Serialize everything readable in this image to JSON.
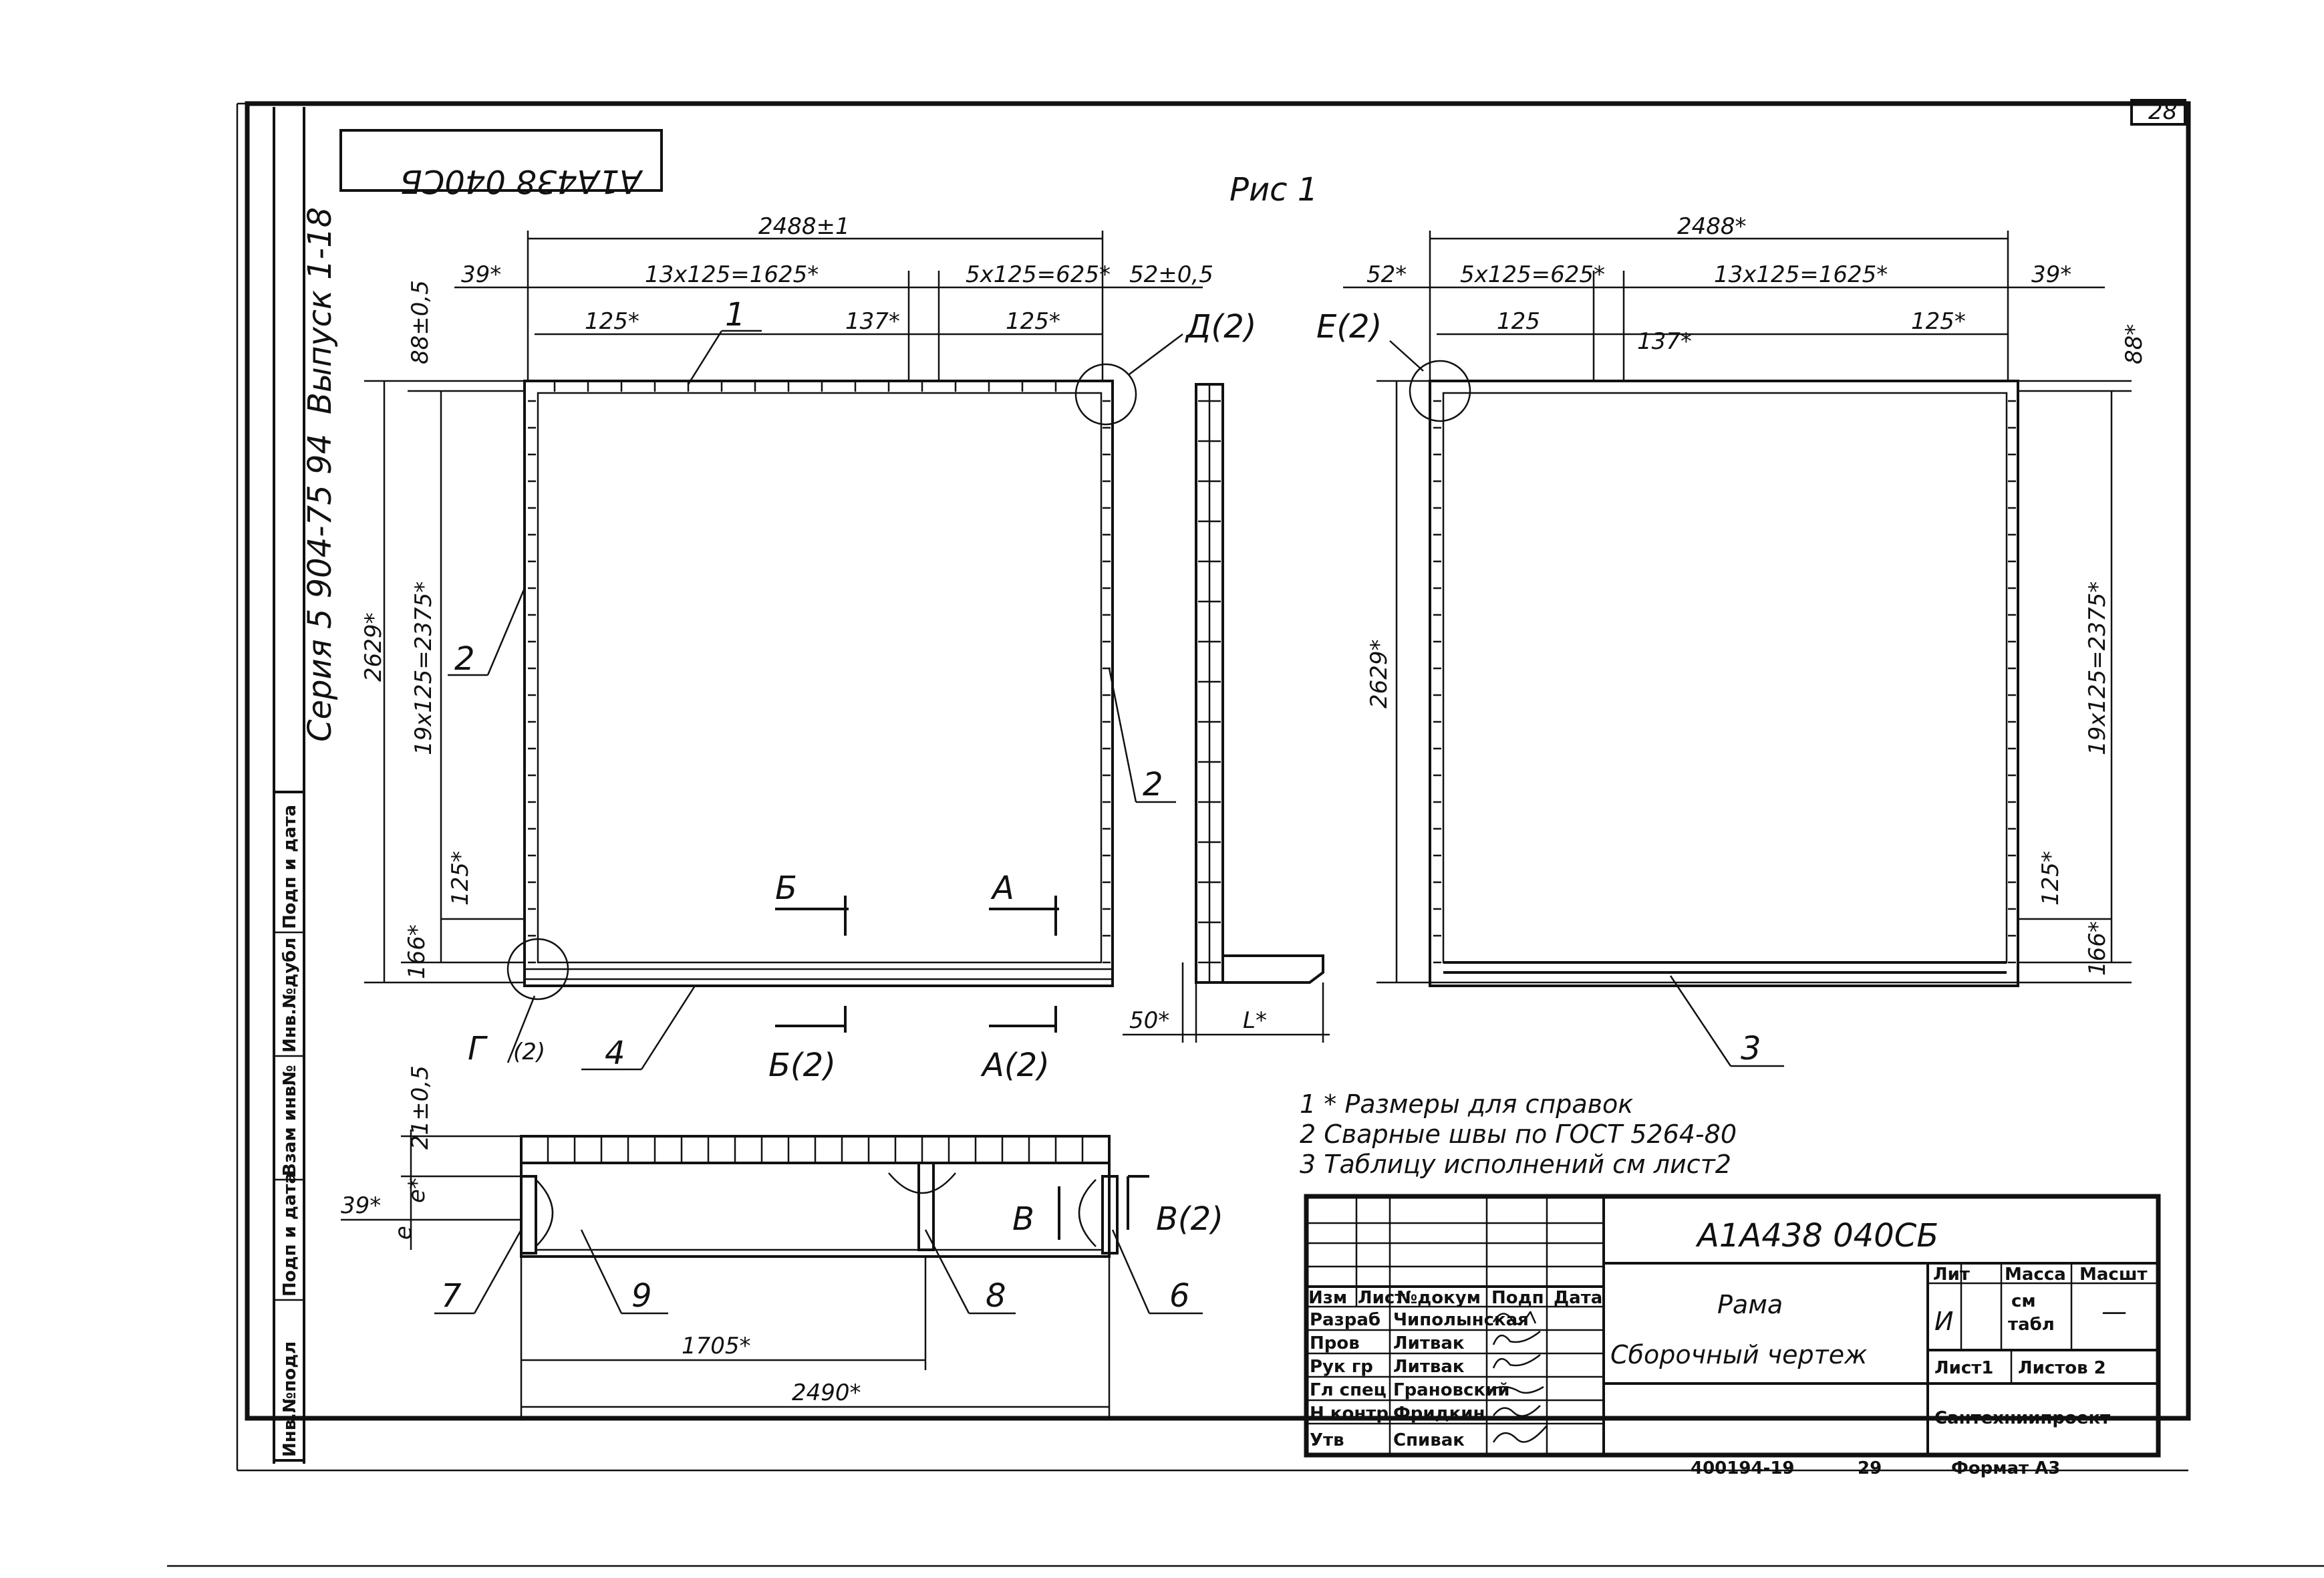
{
  "sheet": {
    "page_number": "28",
    "doc_code_rotated": "А1А438 040СБ",
    "figure_title": "Рис 1",
    "side_margin": {
      "series": "Серия 5 904-75 94",
      "issue": "Выпуск 1-18",
      "fields": [
        "Инв.№подл",
        "Подп и дата",
        "Взам инв№",
        "Инв.№дубл",
        "Подп и дата"
      ]
    }
  },
  "drawing": {
    "left_view": {
      "dims": {
        "overall_width": "2488±1",
        "left_offset": "39*",
        "span_13": "13x125=1625*",
        "span_5": "5x125=625*",
        "right_offset": "52±0,5",
        "pitch_left": "125*",
        "pitch_mid": "137*",
        "pitch_right": "125*",
        "top_offset": "88±0,5",
        "height_total": "2629*",
        "height_span": "19x125=2375*",
        "bottom_pitch": "125*",
        "bottom_offset": "166*"
      },
      "callouts": {
        "item_1": "1",
        "item_2_left": "2",
        "item_2_right": "2",
        "item_4": "4",
        "detail_d": "Д(2)",
        "detail_g": "Г",
        "detail_g_sheet": "(2)",
        "section_b": "Б",
        "section_b_ref": "Б(2)",
        "section_a": "А",
        "section_a_ref": "А(2)"
      }
    },
    "side_view": {
      "dim_50": "50*",
      "dim_l": "L*"
    },
    "right_view": {
      "dims": {
        "overall_width": "2488*",
        "left_offset": "52*",
        "span_5": "5x125=625*",
        "span_13": "13x125=1625*",
        "right_offset": "39*",
        "pitch_left": "125",
        "pitch_mid": "137*",
        "pitch_right": "125*",
        "top_offset": "88*",
        "height_total": "2629*",
        "height_span": "19x125=2375*",
        "bottom_pitch": "125*",
        "bottom_offset": "166*"
      },
      "callouts": {
        "item_3": "3",
        "detail_e": "Е(2)"
      }
    },
    "bottom_view": {
      "dims": {
        "top_dim": "21±0,5",
        "e_dim": "e*",
        "e_dim2": "e",
        "left_offset": "39*",
        "len_1705": "1705*",
        "len_2490": "2490*"
      },
      "callouts": {
        "item_7": "7",
        "item_9": "9",
        "item_8": "8",
        "item_6": "6",
        "view_v": "В",
        "view_v_ref": "В(2)"
      }
    },
    "notes": [
      "1 * Размеры для справок",
      "2 Сварные швы по ГОСТ 5264-80",
      "3 Таблицу исполнений см лист2"
    ]
  },
  "title_block": {
    "doc_number": "А1А438 040СБ",
    "title": "Рама",
    "subtitle": "Сборочный чертеж",
    "headers": {
      "izm": "Изм",
      "list": "Лист",
      "ndokum": "№докум",
      "podp": "Подп",
      "data": "Дата"
    },
    "roles": [
      {
        "role": "Разраб",
        "name": "Чиполынская"
      },
      {
        "role": "Пров",
        "name": "Литвак"
      },
      {
        "role": "Рук гр",
        "name": "Литвак"
      },
      {
        "role": "Гл спец",
        "name": "Грановский"
      },
      {
        "role": "Н контр",
        "name": "Фридкин"
      },
      {
        "role": "Утв",
        "name": "Спивак"
      }
    ],
    "lit_label": "Лит",
    "massa_label": "Масса",
    "masht_label": "Масшт",
    "lit_value": "И",
    "massa_value": "см",
    "massa_value2": "табл",
    "masht_value": "—",
    "sheet_label": "Лист1",
    "sheets_label": "Листов 2",
    "organization": "Сантехниипроект",
    "footer_code": "400194-19",
    "footer_num": "29",
    "format_label": "Формат А3"
  }
}
